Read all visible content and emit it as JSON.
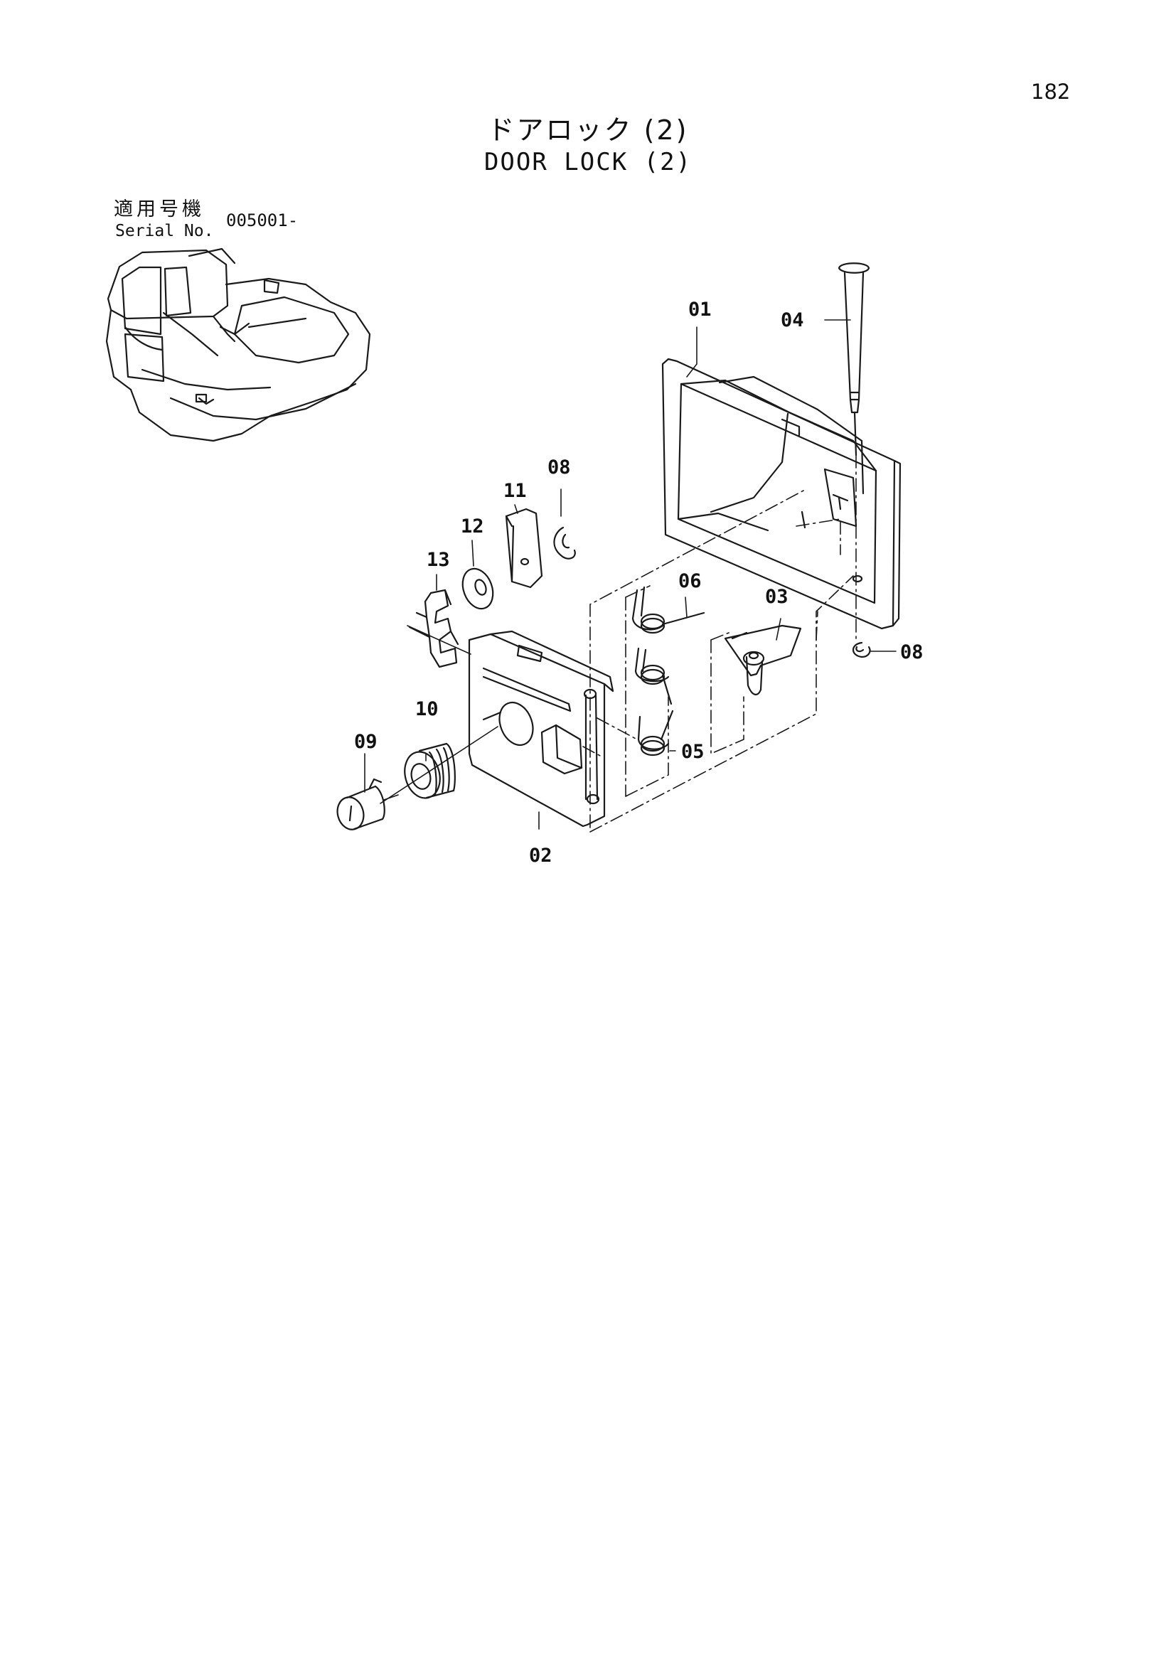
{
  "page": {
    "number": "182"
  },
  "title": {
    "japanese": "ドアロック (2)",
    "english": "DOOR LOCK (2)"
  },
  "serial": {
    "label_jp": "適用号機",
    "label_en": "Serial No.",
    "value": "005001-"
  },
  "callouts": {
    "c01": "01",
    "c02": "02",
    "c03": "03",
    "c04": "04",
    "c05": "05",
    "c06": "06",
    "c08a": "08",
    "c08b": "08",
    "c09": "09",
    "c10": "10",
    "c11": "11",
    "c12": "12",
    "c13": "13"
  }
}
